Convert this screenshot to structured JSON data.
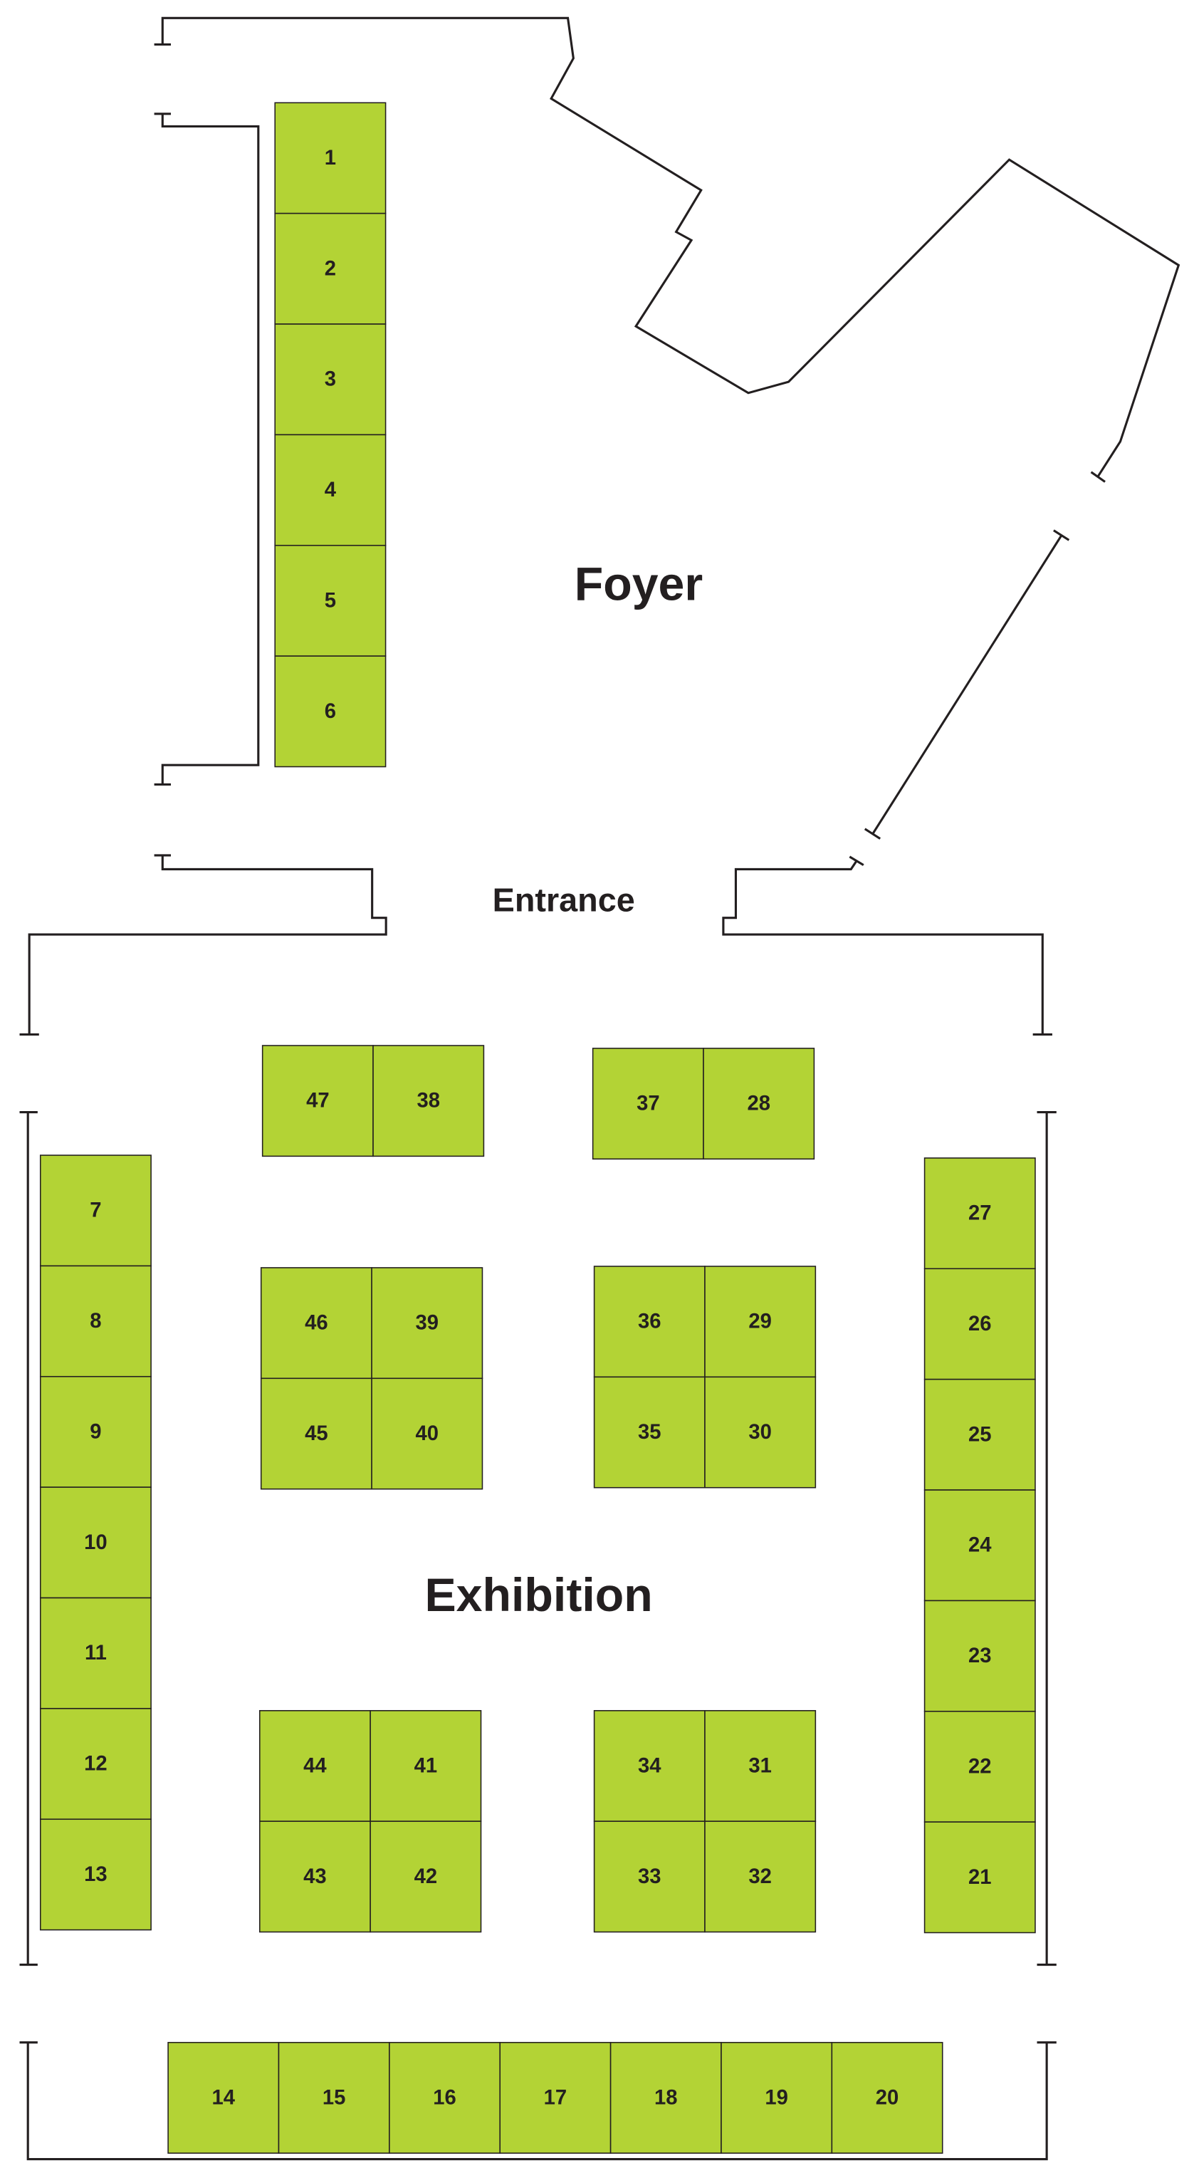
{
  "labels": {
    "foyer": "Foyer",
    "entrance": "Entrance",
    "exhibition": "Exhibition"
  },
  "booth_color": "#b3d335",
  "booths": {
    "foyer_column": [
      "1",
      "2",
      "3",
      "4",
      "5",
      "6"
    ],
    "left_column": [
      "7",
      "8",
      "9",
      "10",
      "11",
      "12",
      "13"
    ],
    "bottom_row": [
      "14",
      "15",
      "16",
      "17",
      "18",
      "19",
      "20"
    ],
    "right_column": [
      "27",
      "26",
      "25",
      "24",
      "23",
      "22",
      "21"
    ],
    "top_left_pair": [
      "47",
      "38"
    ],
    "top_right_pair": [
      "37",
      "28"
    ],
    "upper_left_block": [
      "46",
      "39",
      "45",
      "40"
    ],
    "upper_right_block": [
      "36",
      "29",
      "35",
      "30"
    ],
    "lower_left_block": [
      "44",
      "41",
      "43",
      "42"
    ],
    "lower_right_block": [
      "34",
      "31",
      "33",
      "32"
    ]
  }
}
